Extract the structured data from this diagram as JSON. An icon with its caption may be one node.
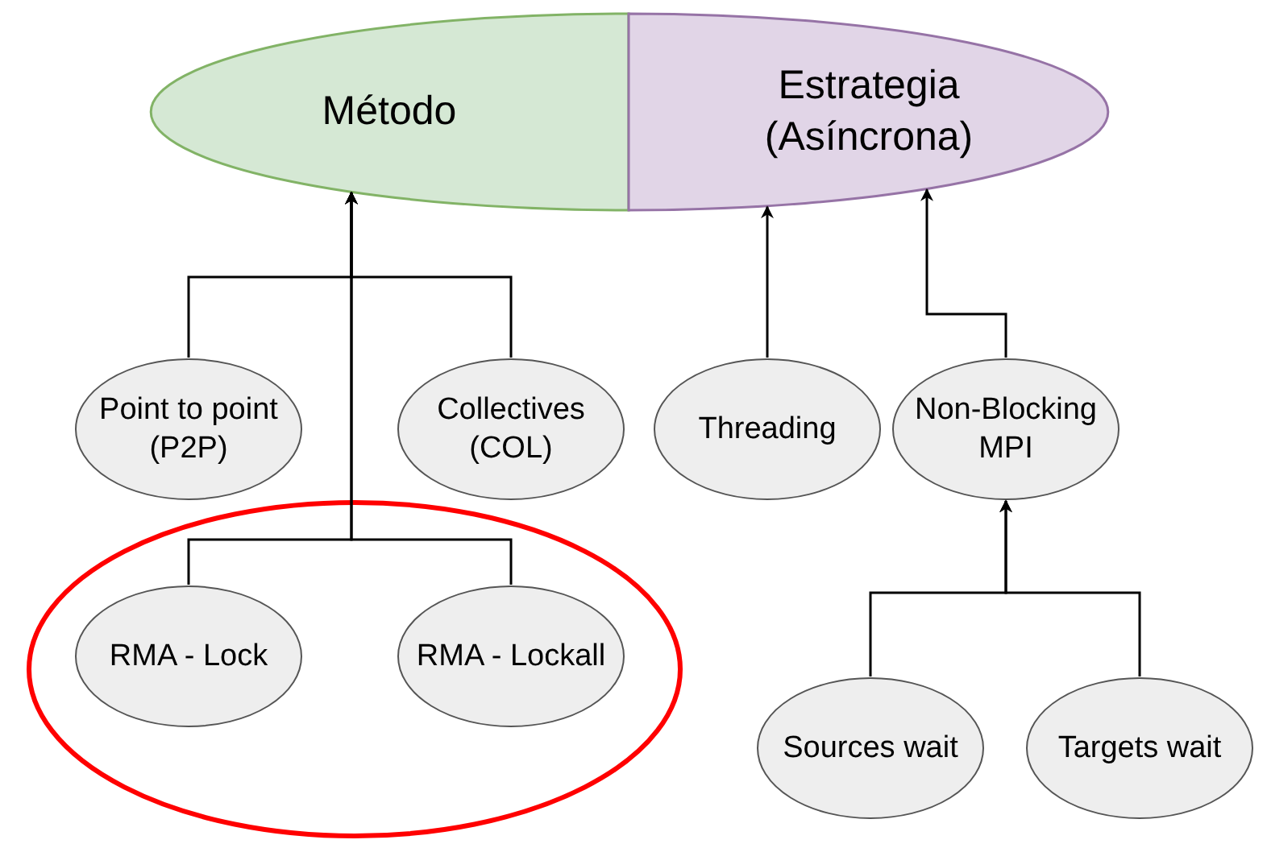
{
  "diagram": {
    "nodes": [
      {
        "text": [
          "Método"
        ]
      },
      {
        "text": [
          "Estrategia (Asíncrona)"
        ]
      },
      {
        "text": [
          "Point to point (P2P)"
        ]
      },
      {
        "text": [
          "Collectives (COL)"
        ]
      },
      {
        "text": [
          "Threading"
        ]
      },
      {
        "text": [
          "Non-Blocking MPI"
        ]
      },
      {
        "text": [],
        "shape": "circle"
      },
      {
        "text": [
          "RMA - Lock"
        ],
        "in": 6
      },
      {
        "text": [
          "RMA - Lockall"
        ],
        "in": 6
      },
      {
        "text": [
          "Sources wait"
        ]
      },
      {
        "text": [
          "Targets wait"
        ]
      }
    ],
    "edges": [
      {
        "from": 2,
        "to": 0,
        "arrow": "to"
      },
      {
        "from": 3,
        "to": 0,
        "arrow": "to"
      },
      {
        "from": 7,
        "to": 0,
        "arrow": "to"
      },
      {
        "from": 8,
        "to": 0,
        "arrow": "to"
      },
      {
        "from": 4,
        "to": 1,
        "arrow": "to"
      },
      {
        "from": 5,
        "to": 1,
        "arrow": "to"
      },
      {
        "from": 9,
        "to": 5,
        "arrow": "to"
      },
      {
        "from": 10,
        "to": 5,
        "arrow": "to"
      }
    ]
  }
}
